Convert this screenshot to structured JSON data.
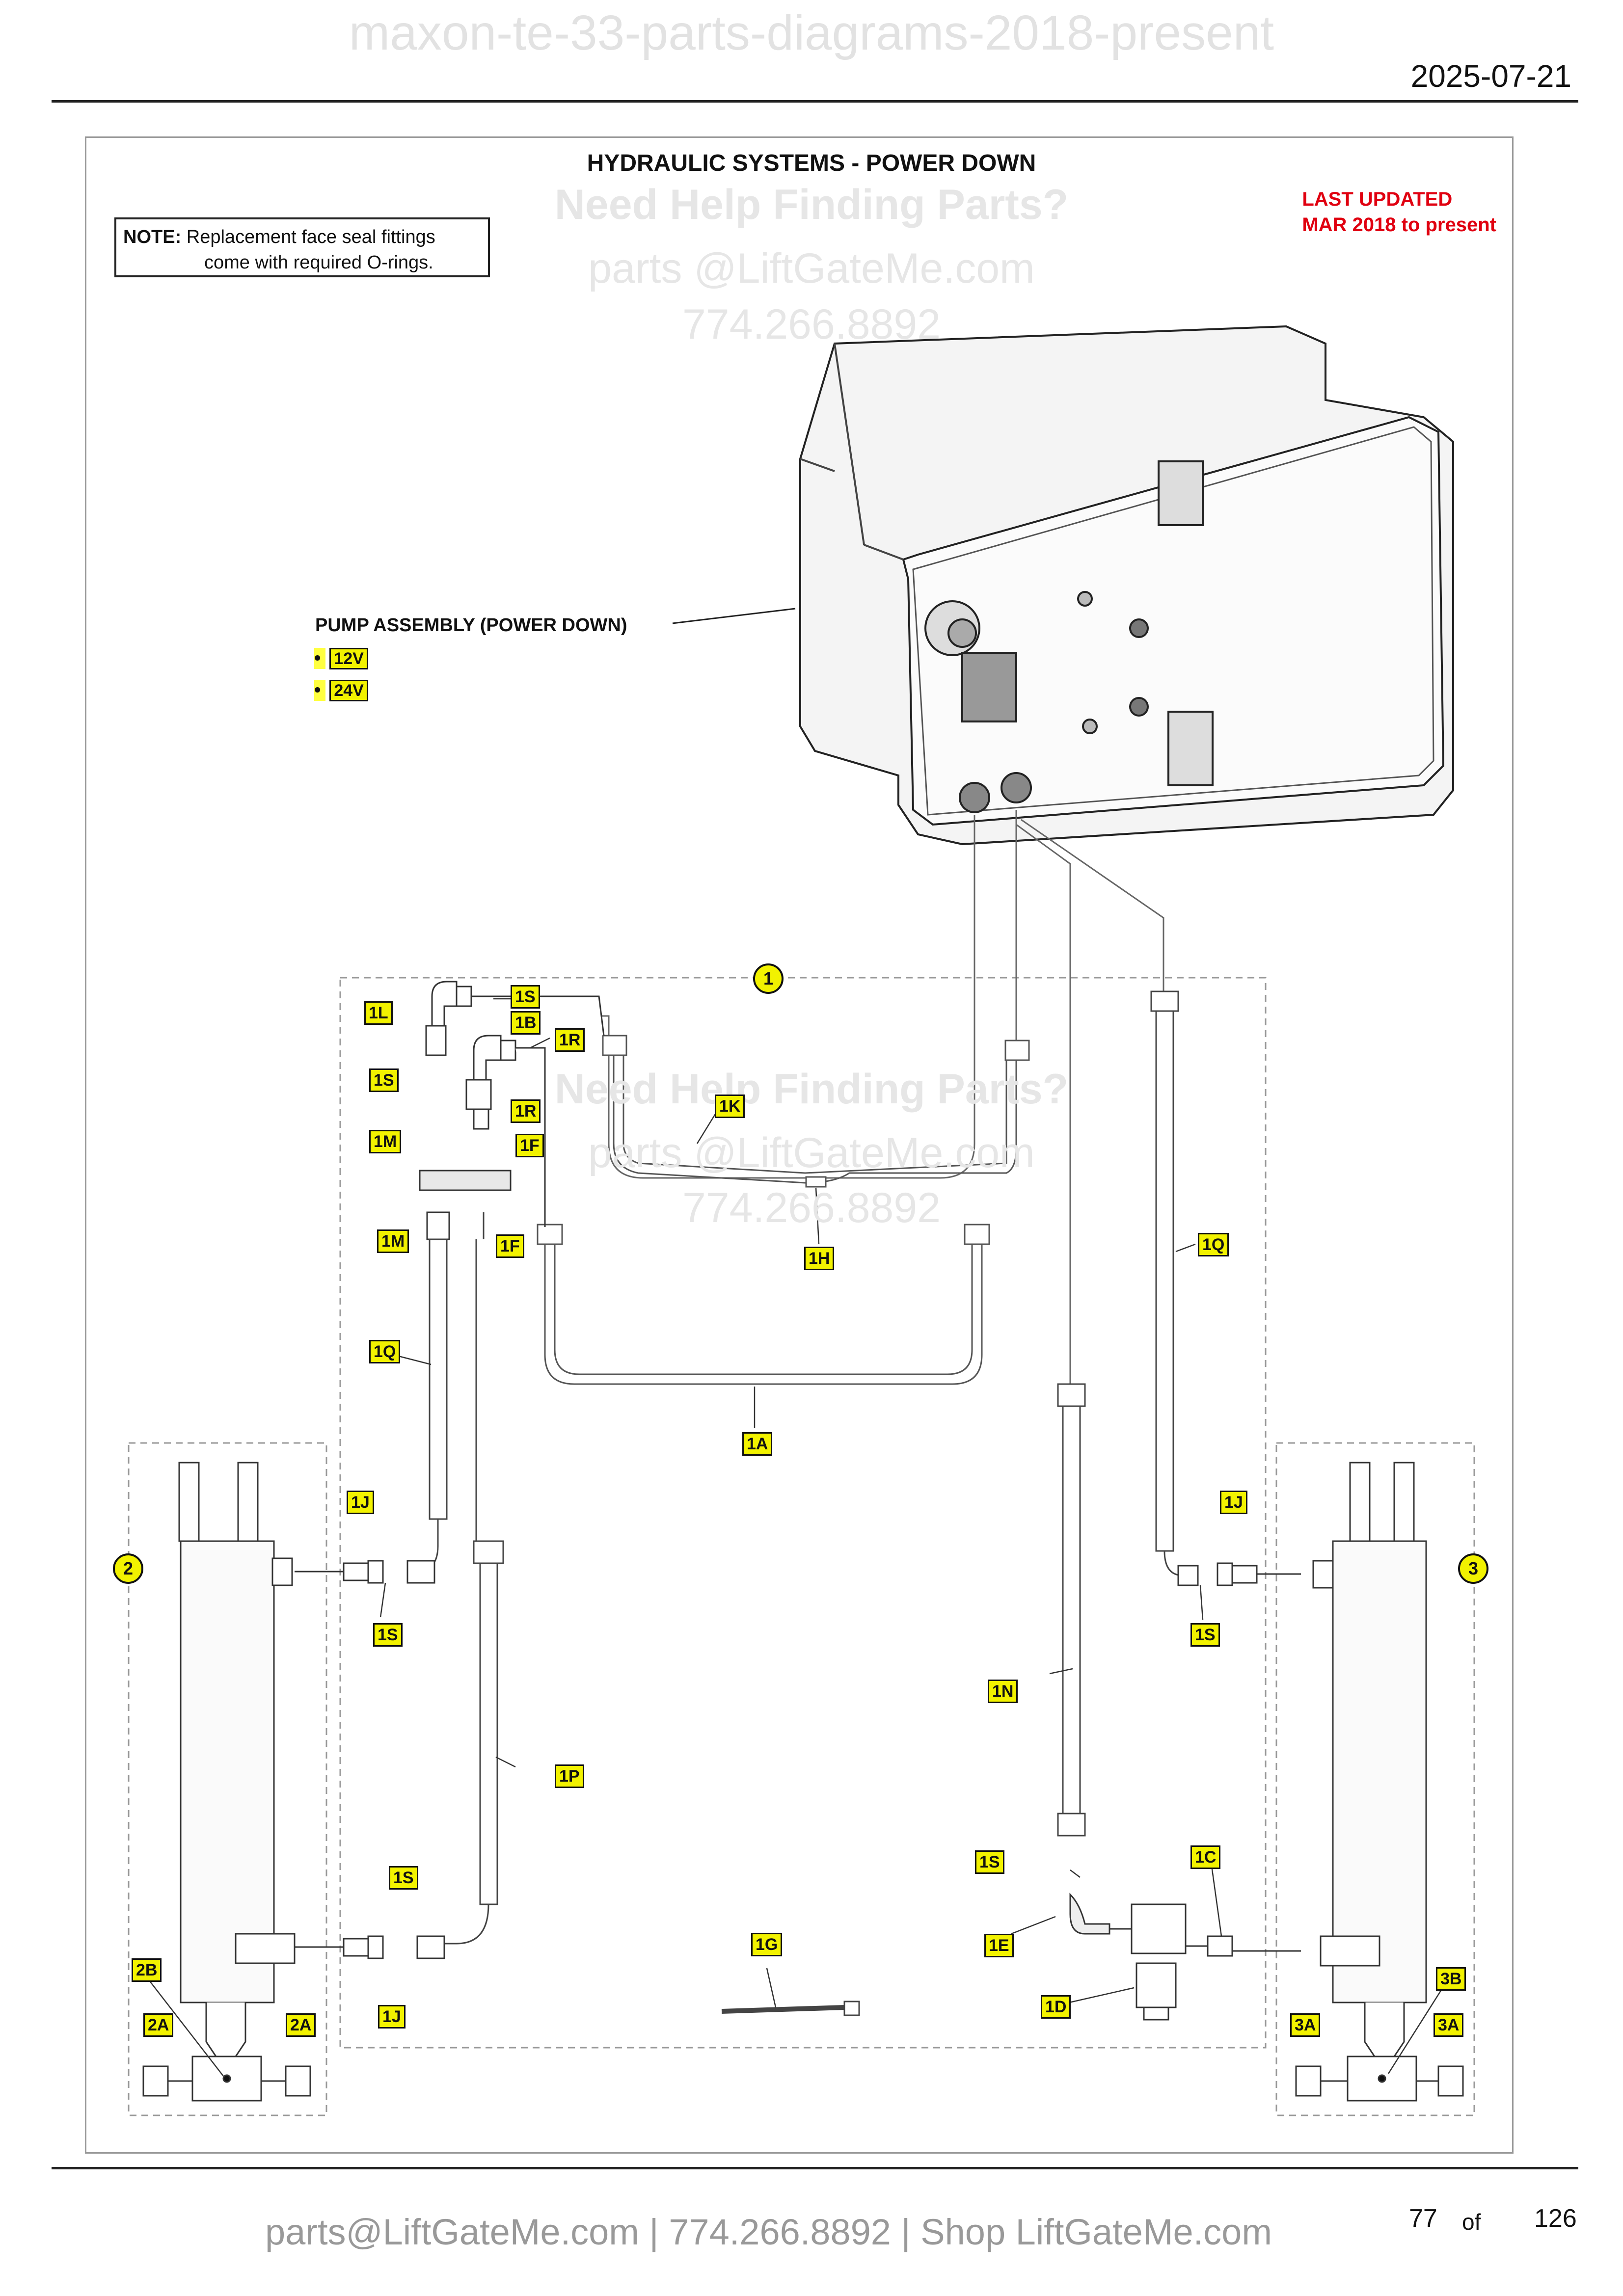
{
  "watermark_top": "maxon-te-33-parts-diagrams-2018-present",
  "date": "2025-07-21",
  "diagram_title": "HYDRAULIC SYSTEMS - POWER DOWN",
  "note": {
    "label": "NOTE:",
    "line1": "Replacement face seal fittings",
    "line2": "come with required O-rings."
  },
  "last_updated": {
    "line1": "LAST UPDATED",
    "line2": "MAR 2018 to present"
  },
  "watermark": {
    "help": "Need Help Finding Parts?",
    "email": "parts @LiftGateMe.com",
    "phone": "774.266.8892"
  },
  "pump_label": "PUMP ASSEMBLY (POWER DOWN)",
  "voltages": [
    "12V",
    "24V"
  ],
  "assemblies": [
    "1",
    "2",
    "3"
  ],
  "callouts": {
    "1S": "1S",
    "1L": "1L",
    "1B": "1B",
    "1R": "1R",
    "1M": "1M",
    "1F": "1F",
    "1K": "1K",
    "1H": "1H",
    "1Q": "1Q",
    "1A": "1A",
    "1J": "1J",
    "1P": "1P",
    "1N": "1N",
    "1E": "1E",
    "1C": "1C",
    "1D": "1D",
    "1G": "1G",
    "2A": "2A",
    "2B": "2B",
    "3A": "3A",
    "3B": "3B"
  },
  "footer": "parts@LiftGateMe.com | 774.266.8892 | Shop LiftGateMe.com",
  "page": {
    "current": "77",
    "of": "of",
    "total": "126"
  }
}
